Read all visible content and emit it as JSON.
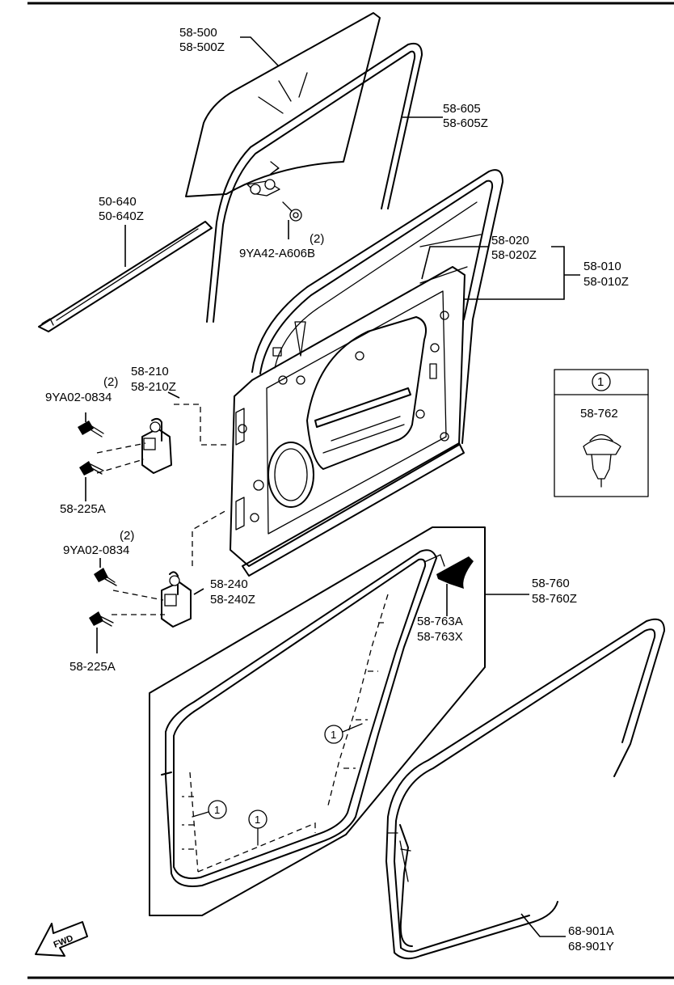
{
  "parts": {
    "glass": [
      "58-500",
      "58-500Z"
    ],
    "glass_run": [
      "58-605",
      "58-605Z"
    ],
    "belt_molding": [
      "50-640",
      "50-640Z"
    ],
    "glass_bolt": {
      "qty": "(2)",
      "code": "9YA42-A606B"
    },
    "sash_frame": [
      "58-020",
      "58-020Z"
    ],
    "door_panel": [
      "58-010",
      "58-010Z"
    ],
    "upper_hinge": [
      "58-210",
      "58-210Z"
    ],
    "upper_hinge_bolt": {
      "qty": "(2)",
      "code": "9YA02-0834"
    },
    "upper_hinge_bolt2": "58-225A",
    "lower_hinge_bolt": {
      "qty": "(2)",
      "code": "9YA02-0834"
    },
    "lower_hinge": [
      "58-240",
      "58-240Z"
    ],
    "lower_hinge_bolt2": "58-225A",
    "weatherstrip": [
      "58-760",
      "58-760Z"
    ],
    "pad": [
      "58-763A",
      "58-763X"
    ],
    "opening_seal": [
      "68-901A",
      "68-901Y"
    ]
  },
  "legend": {
    "marker": "1",
    "part": "58-762"
  },
  "callouts": {
    "marker": "1"
  },
  "fwd_label": "FWD"
}
